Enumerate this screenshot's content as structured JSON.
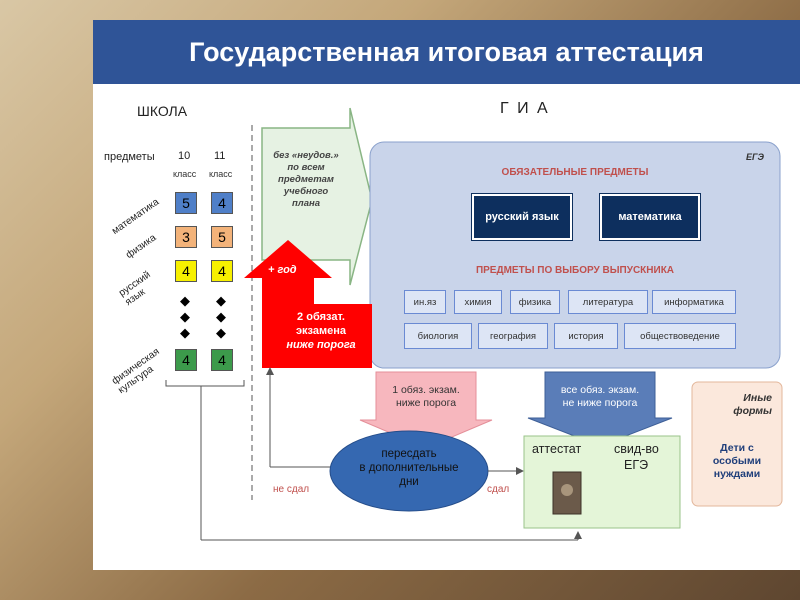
{
  "title": "Государственная итоговая аттестация",
  "school": {
    "heading": "ШКОЛА",
    "subjects_label": "предметы",
    "grade10": "10",
    "grade11": "11",
    "class_label": "класс",
    "rows": [
      {
        "name": "математика",
        "g10": "5",
        "g11": "4",
        "color": "#4f7fc8"
      },
      {
        "name": "физика",
        "g10": "3",
        "g11": "5",
        "color": "#f3b37a"
      },
      {
        "name": "русский язык",
        "g10": "4",
        "g11": "4",
        "color": "#f7f000"
      },
      {
        "name": "физическая культура",
        "g10": "4",
        "g11": "4",
        "color": "#3c9a4b"
      }
    ]
  },
  "gia": {
    "heading": "Г И А",
    "no_fail_text": [
      "без «неудов.»",
      "по всем",
      "предметам",
      "учебного",
      "плана"
    ],
    "year_label": "+ год",
    "two_fail_text": [
      "2 обязат.",
      "экзамена",
      "ниже порога"
    ],
    "ege_label": "ЕГЭ",
    "mandatory_heading": "ОБЯЗАТЕЛЬНЫЕ ПРЕДМЕТЫ",
    "mandatory": [
      "русский язык",
      "математика"
    ],
    "elective_heading": "ПРЕДМЕТЫ ПО ВЫБОРУ ВЫПУСКНИКА",
    "electives_row1": [
      "ин.яз",
      "химия",
      "физика",
      "литература",
      "информатика"
    ],
    "electives_row2": [
      "биология",
      "география",
      "история",
      "обществоведение"
    ],
    "one_fail_text": [
      "1 обяз. экзам.",
      "ниже порога"
    ],
    "all_pass_text": [
      "все обяз. экзам.",
      "не ниже порога"
    ],
    "retake_text": [
      "пересдать",
      "в дополнительные",
      "дни"
    ],
    "not_passed": "не сдал",
    "passed": "сдал",
    "certificate": "аттестат",
    "svid": "свид-во",
    "ege_small": "ЕГЭ",
    "other_forms": [
      "Иные",
      "формы"
    ],
    "special_needs": [
      "Дети с",
      "особыми",
      "нуждами"
    ]
  },
  "colors": {
    "title_bar": "#2f5497",
    "ege_panel": "#c9d4ea",
    "mandatory_box": "#0d2f5e",
    "red_arrow": "#ff0000",
    "pink_arrow": "#f7b7be",
    "blue_arrow": "#5a7db8",
    "retake_ellipse": "#3568b1",
    "certificate_box": "#e4f5d8",
    "other_box": "#fbe8dc"
  }
}
